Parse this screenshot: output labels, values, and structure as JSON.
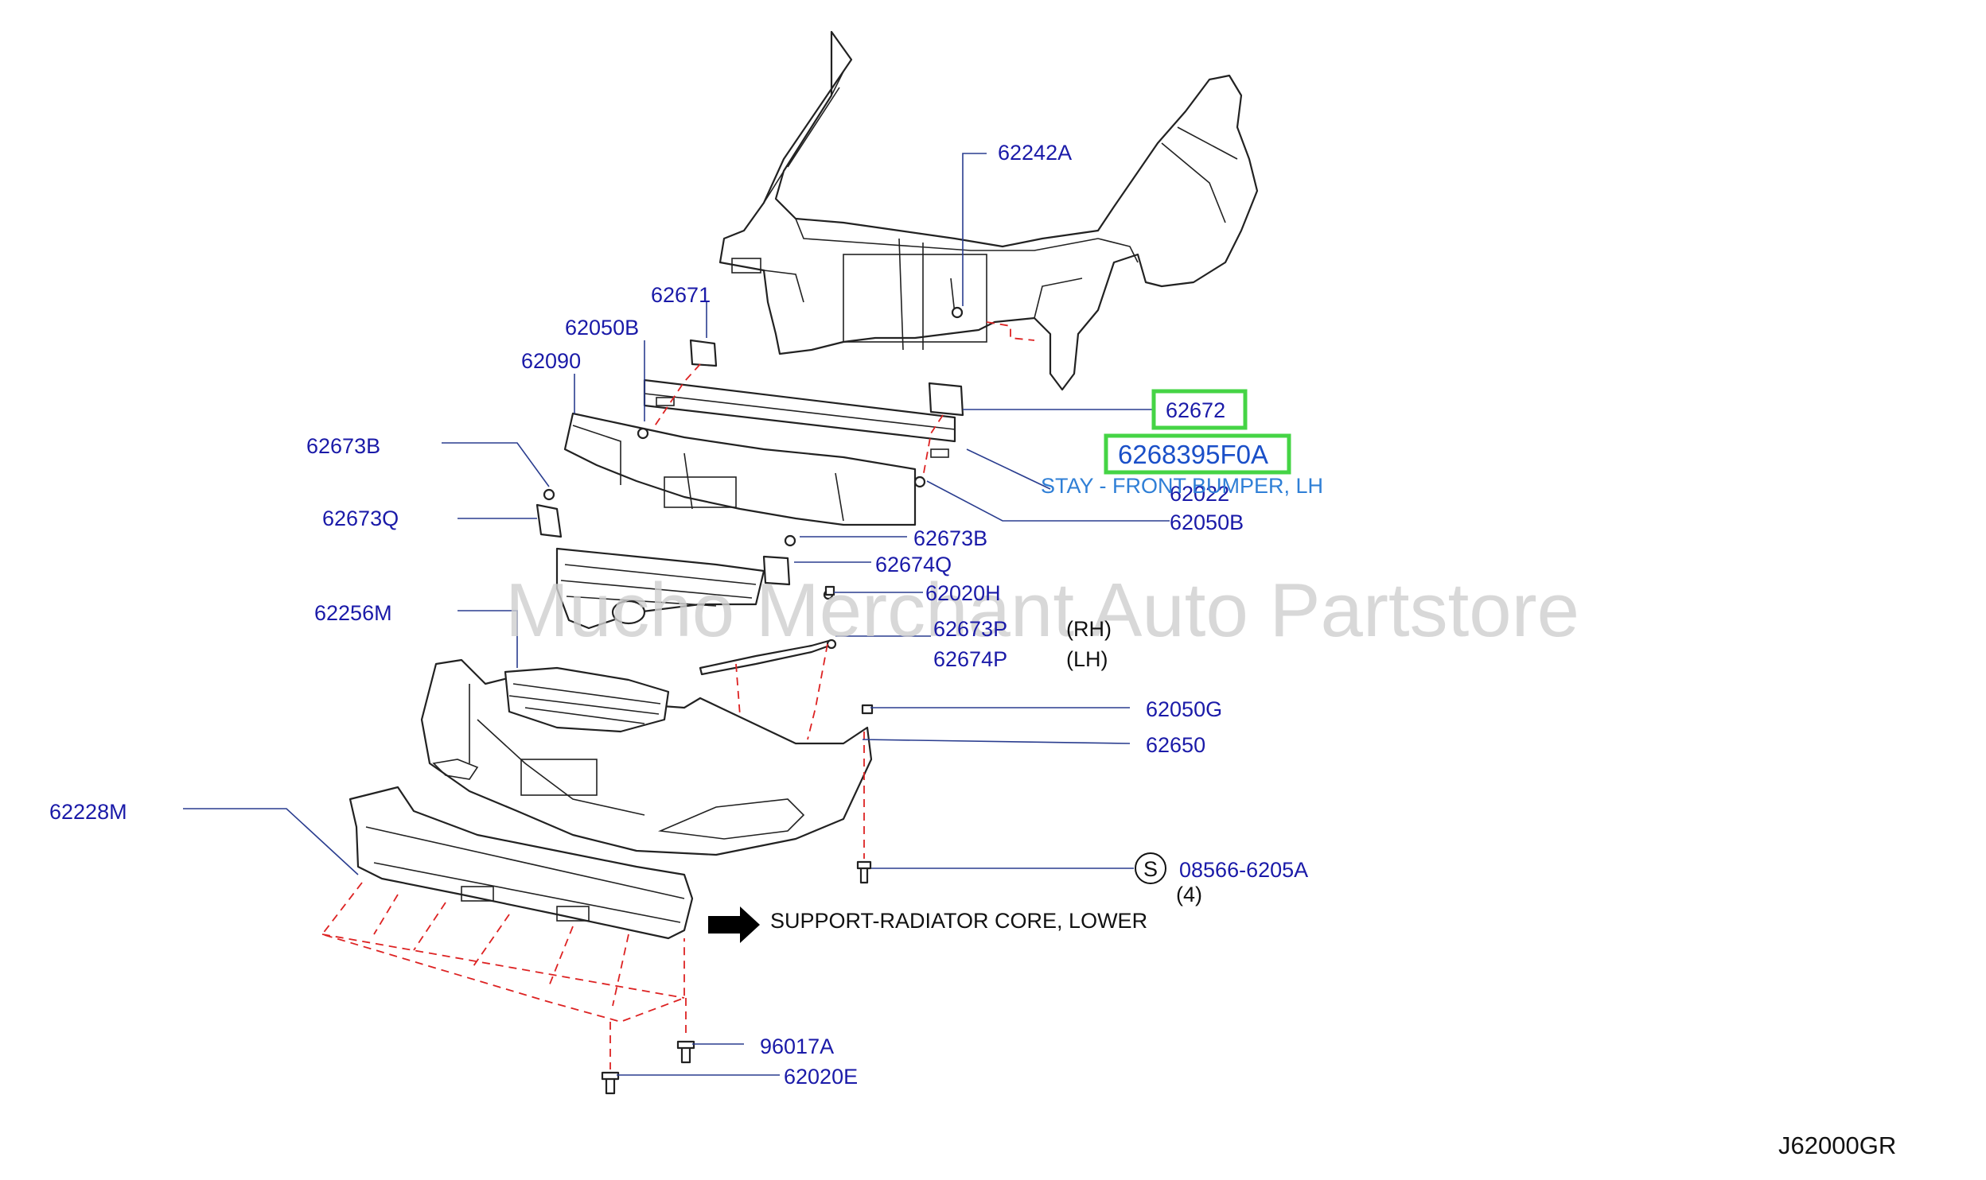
{
  "labels": {
    "p62242A": "62242A",
    "p62671": "62671",
    "p62050B_top": "62050B",
    "p62090": "62090",
    "p62673B_left": "62673B",
    "p62673Q": "62673Q",
    "p62256M": "62256M",
    "p62228M": "62228M",
    "p62672": "62672",
    "p6268395F0A": "6268395F0A",
    "desc_stay": "STAY - FRONT BUMPER, LH",
    "p62022": "62022",
    "p62050B_right": "62050B",
    "p62673B_mid": "62673B",
    "p62674Q": "62674Q",
    "p62020H": "62020H",
    "p62673P": "62673P",
    "rh": "(RH)",
    "p62674P": "62674P",
    "lh": "(LH)",
    "p62050G": "62050G",
    "p62650": "62650",
    "s_symbol": "S",
    "p08566": "08566-6205A",
    "qty4": "(4)",
    "support_note": "SUPPORT-RADIATOR  CORE,  LOWER",
    "p96017A": "96017A",
    "p62020E": "62020E",
    "diagram_code": "J62000GR"
  },
  "watermark": "Mucho Merchant Auto Partstore",
  "colors": {
    "label_blue": "#1a1aa8",
    "highlight_green": "#45d445",
    "description_blue": "#2f7fd6",
    "dash_red": "#d22222"
  },
  "icons": {
    "arrow": "right-arrow-icon",
    "circle_s": "circled-s-icon"
  }
}
